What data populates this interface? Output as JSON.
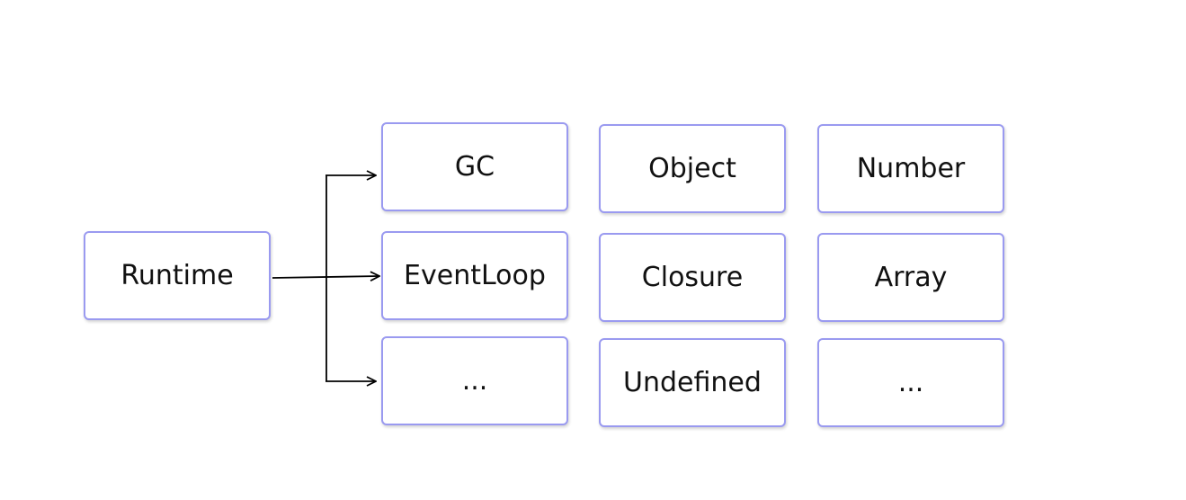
{
  "diagram": {
    "root": {
      "label": "Runtime"
    },
    "components": [
      {
        "label": "GC"
      },
      {
        "label": "EventLoop"
      },
      {
        "label": "..."
      }
    ],
    "types_col1": [
      {
        "label": "Object"
      },
      {
        "label": "Closure"
      },
      {
        "label": "Undefined"
      }
    ],
    "types_col2": [
      {
        "label": "Number"
      },
      {
        "label": "Array"
      },
      {
        "label": "..."
      }
    ],
    "colors": {
      "node_border": "#9a9af0",
      "arrow": "#000000",
      "text": "#111111"
    }
  }
}
